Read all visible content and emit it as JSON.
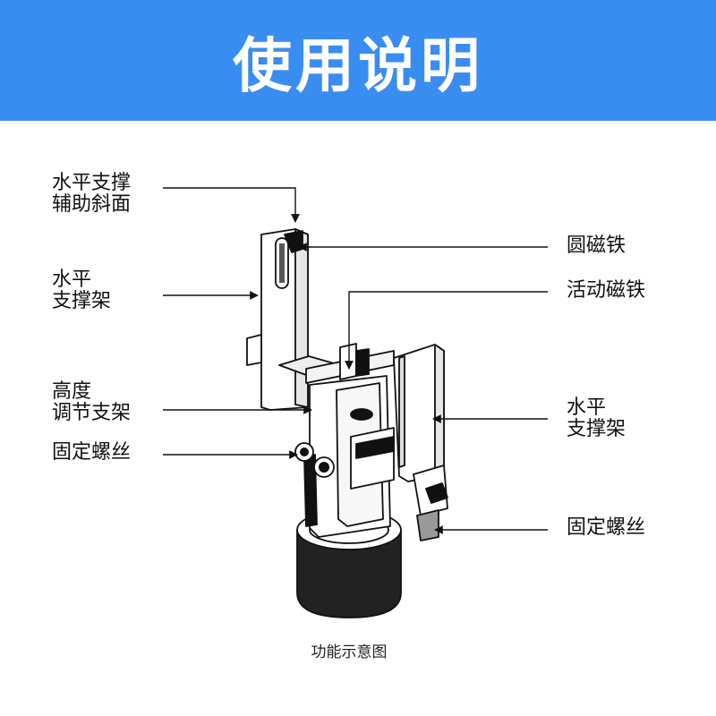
{
  "header": {
    "title": "使用说明"
  },
  "labels": {
    "slope_line1": "水平支撑",
    "slope_line2": "辅助斜面",
    "left_arm_line1": "水平",
    "left_arm_line2": "支撑架",
    "height_line1": "高度",
    "height_line2": "调节支架",
    "left_screw": "固定螺丝",
    "round_magnet": "圆磁铁",
    "active_magnet": "活动磁铁",
    "right_arm_line1": "水平",
    "right_arm_line2": "支撑架",
    "right_screw": "固定螺丝"
  },
  "caption": "功能示意图",
  "colors": {
    "header_bg": "#3a8df0",
    "header_text": "#ffffff",
    "line": "#111111"
  }
}
